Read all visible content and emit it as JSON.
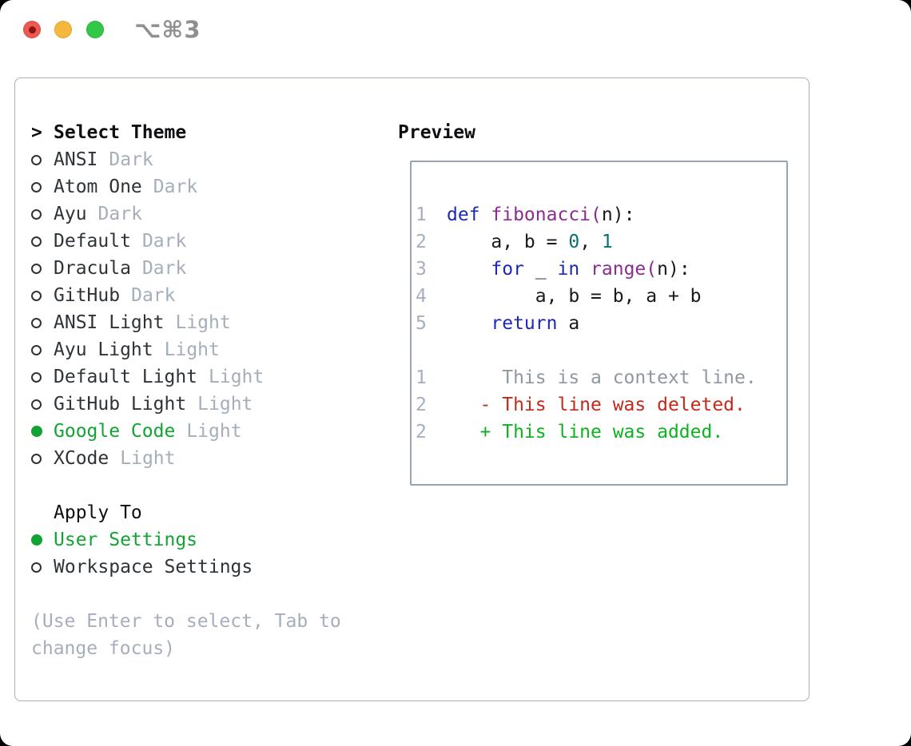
{
  "window": {
    "title": "⌥⌘3"
  },
  "theme_panel": {
    "cursor": ">",
    "header": "Select Theme",
    "themes": [
      {
        "name": "ANSI",
        "variant": "Dark",
        "selected": false
      },
      {
        "name": "Atom One",
        "variant": "Dark",
        "selected": false
      },
      {
        "name": "Ayu",
        "variant": "Dark",
        "selected": false
      },
      {
        "name": "Default",
        "variant": "Dark",
        "selected": false
      },
      {
        "name": "Dracula",
        "variant": "Dark",
        "selected": false
      },
      {
        "name": "GitHub",
        "variant": "Dark",
        "selected": false
      },
      {
        "name": "ANSI Light",
        "variant": "Light",
        "selected": false
      },
      {
        "name": "Ayu Light",
        "variant": "Light",
        "selected": false
      },
      {
        "name": "Default Light",
        "variant": "Light",
        "selected": false
      },
      {
        "name": "GitHub Light",
        "variant": "Light",
        "selected": false
      },
      {
        "name": "Google Code",
        "variant": "Light",
        "selected": true
      },
      {
        "name": "XCode",
        "variant": "Light",
        "selected": false
      }
    ],
    "apply_to": {
      "header": "Apply To",
      "options": [
        {
          "name": "User Settings",
          "selected": true
        },
        {
          "name": "Workspace Settings",
          "selected": false
        }
      ]
    },
    "hint_lines": [
      "(Use Enter to select, Tab to",
      "change focus)"
    ]
  },
  "preview": {
    "label": "Preview",
    "code_lines": [
      {
        "num": "1",
        "segments": [
          {
            "t": "def ",
            "c": "kw"
          },
          {
            "t": "fibonacci(",
            "c": "fn"
          },
          {
            "t": "n):",
            "c": "pl"
          }
        ]
      },
      {
        "num": "2",
        "segments": [
          {
            "t": "    a, b = ",
            "c": "pl"
          },
          {
            "t": "0",
            "c": "num"
          },
          {
            "t": ", ",
            "c": "pl"
          },
          {
            "t": "1",
            "c": "num"
          }
        ]
      },
      {
        "num": "3",
        "segments": [
          {
            "t": "    ",
            "c": "pl"
          },
          {
            "t": "for",
            "c": "kw"
          },
          {
            "t": " _ ",
            "c": "pl"
          },
          {
            "t": "in",
            "c": "kw"
          },
          {
            "t": " ",
            "c": "pl"
          },
          {
            "t": "range(",
            "c": "fn"
          },
          {
            "t": "n):",
            "c": "pl"
          }
        ]
      },
      {
        "num": "4",
        "segments": [
          {
            "t": "        a, b = b, a + b",
            "c": "pl"
          }
        ]
      },
      {
        "num": "5",
        "segments": [
          {
            "t": "    ",
            "c": "pl"
          },
          {
            "t": "return",
            "c": "kw"
          },
          {
            "t": " a",
            "c": "pl"
          }
        ]
      }
    ],
    "diff_lines": [
      {
        "num": "1",
        "text": "     This is a context line.",
        "kind": "ctx"
      },
      {
        "num": "2",
        "text": "   - This line was deleted.",
        "kind": "del"
      },
      {
        "num": "2",
        "text": "   + This line was added.",
        "kind": "add"
      }
    ]
  },
  "colors": {
    "accent_green": "#12a433",
    "added_green": "#0db31f",
    "deleted_red": "#c5291a",
    "context_gray": "#8f98a2",
    "muted_gray": "#a5aebb",
    "ink_dark": "#2e3338",
    "black": "#0d0f12",
    "line_number_gray": "#a5b0bf",
    "code_keyword_blue": "#1e28b0",
    "code_function_purple": "#8b2d90",
    "code_number_teal": "#0a7070",
    "code_plain": "#17191d",
    "panel_border": "#a8b0bb",
    "preview_border": "#9aa4b0",
    "traffic_red": "#ee5a52",
    "traffic_red_dot": "#8b1510",
    "traffic_yellow": "#f5b83d",
    "traffic_green": "#33c748"
  }
}
